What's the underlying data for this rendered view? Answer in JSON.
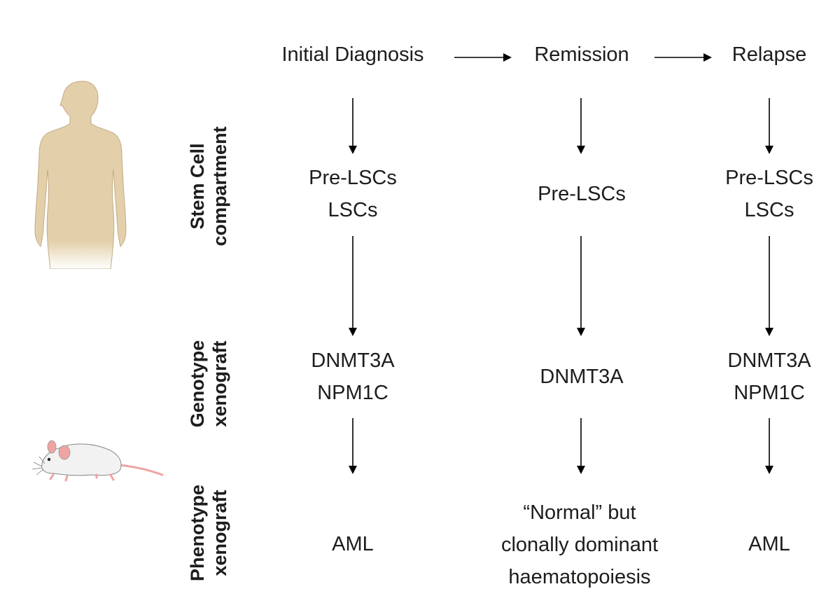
{
  "stages": [
    "Initial Diagnosis",
    "Remission",
    "Relapse"
  ],
  "row_labels": [
    {
      "line1": "Stem Cell",
      "line2": "compartment"
    },
    {
      "line1": "Genotype",
      "line2": "xenograft"
    },
    {
      "line1": "Phenotype",
      "line2": "xenograft"
    }
  ],
  "stem_cell": [
    [
      "Pre-LSCs",
      "LSCs"
    ],
    [
      "Pre-LSCs"
    ],
    [
      "Pre-LSCs",
      "LSCs"
    ]
  ],
  "genotype": [
    [
      "DNMT3A",
      "NPM1C"
    ],
    [
      "DNMT3A"
    ],
    [
      "DNMT3A",
      "NPM1C"
    ]
  ],
  "phenotype": [
    [
      "AML"
    ],
    [
      "“Normal” but",
      "clonally dominant",
      "haematopoiesis"
    ],
    [
      "AML"
    ]
  ],
  "icons": {
    "human": "human-silhouette-icon",
    "mouse": "mouse-icon"
  },
  "colors": {
    "text": "#1d1d1b",
    "skin": "#e3cfa9",
    "skin_edge": "#b59e78",
    "mouse_body": "#f2f2f2",
    "mouse_pink": "#f0a3a3"
  }
}
